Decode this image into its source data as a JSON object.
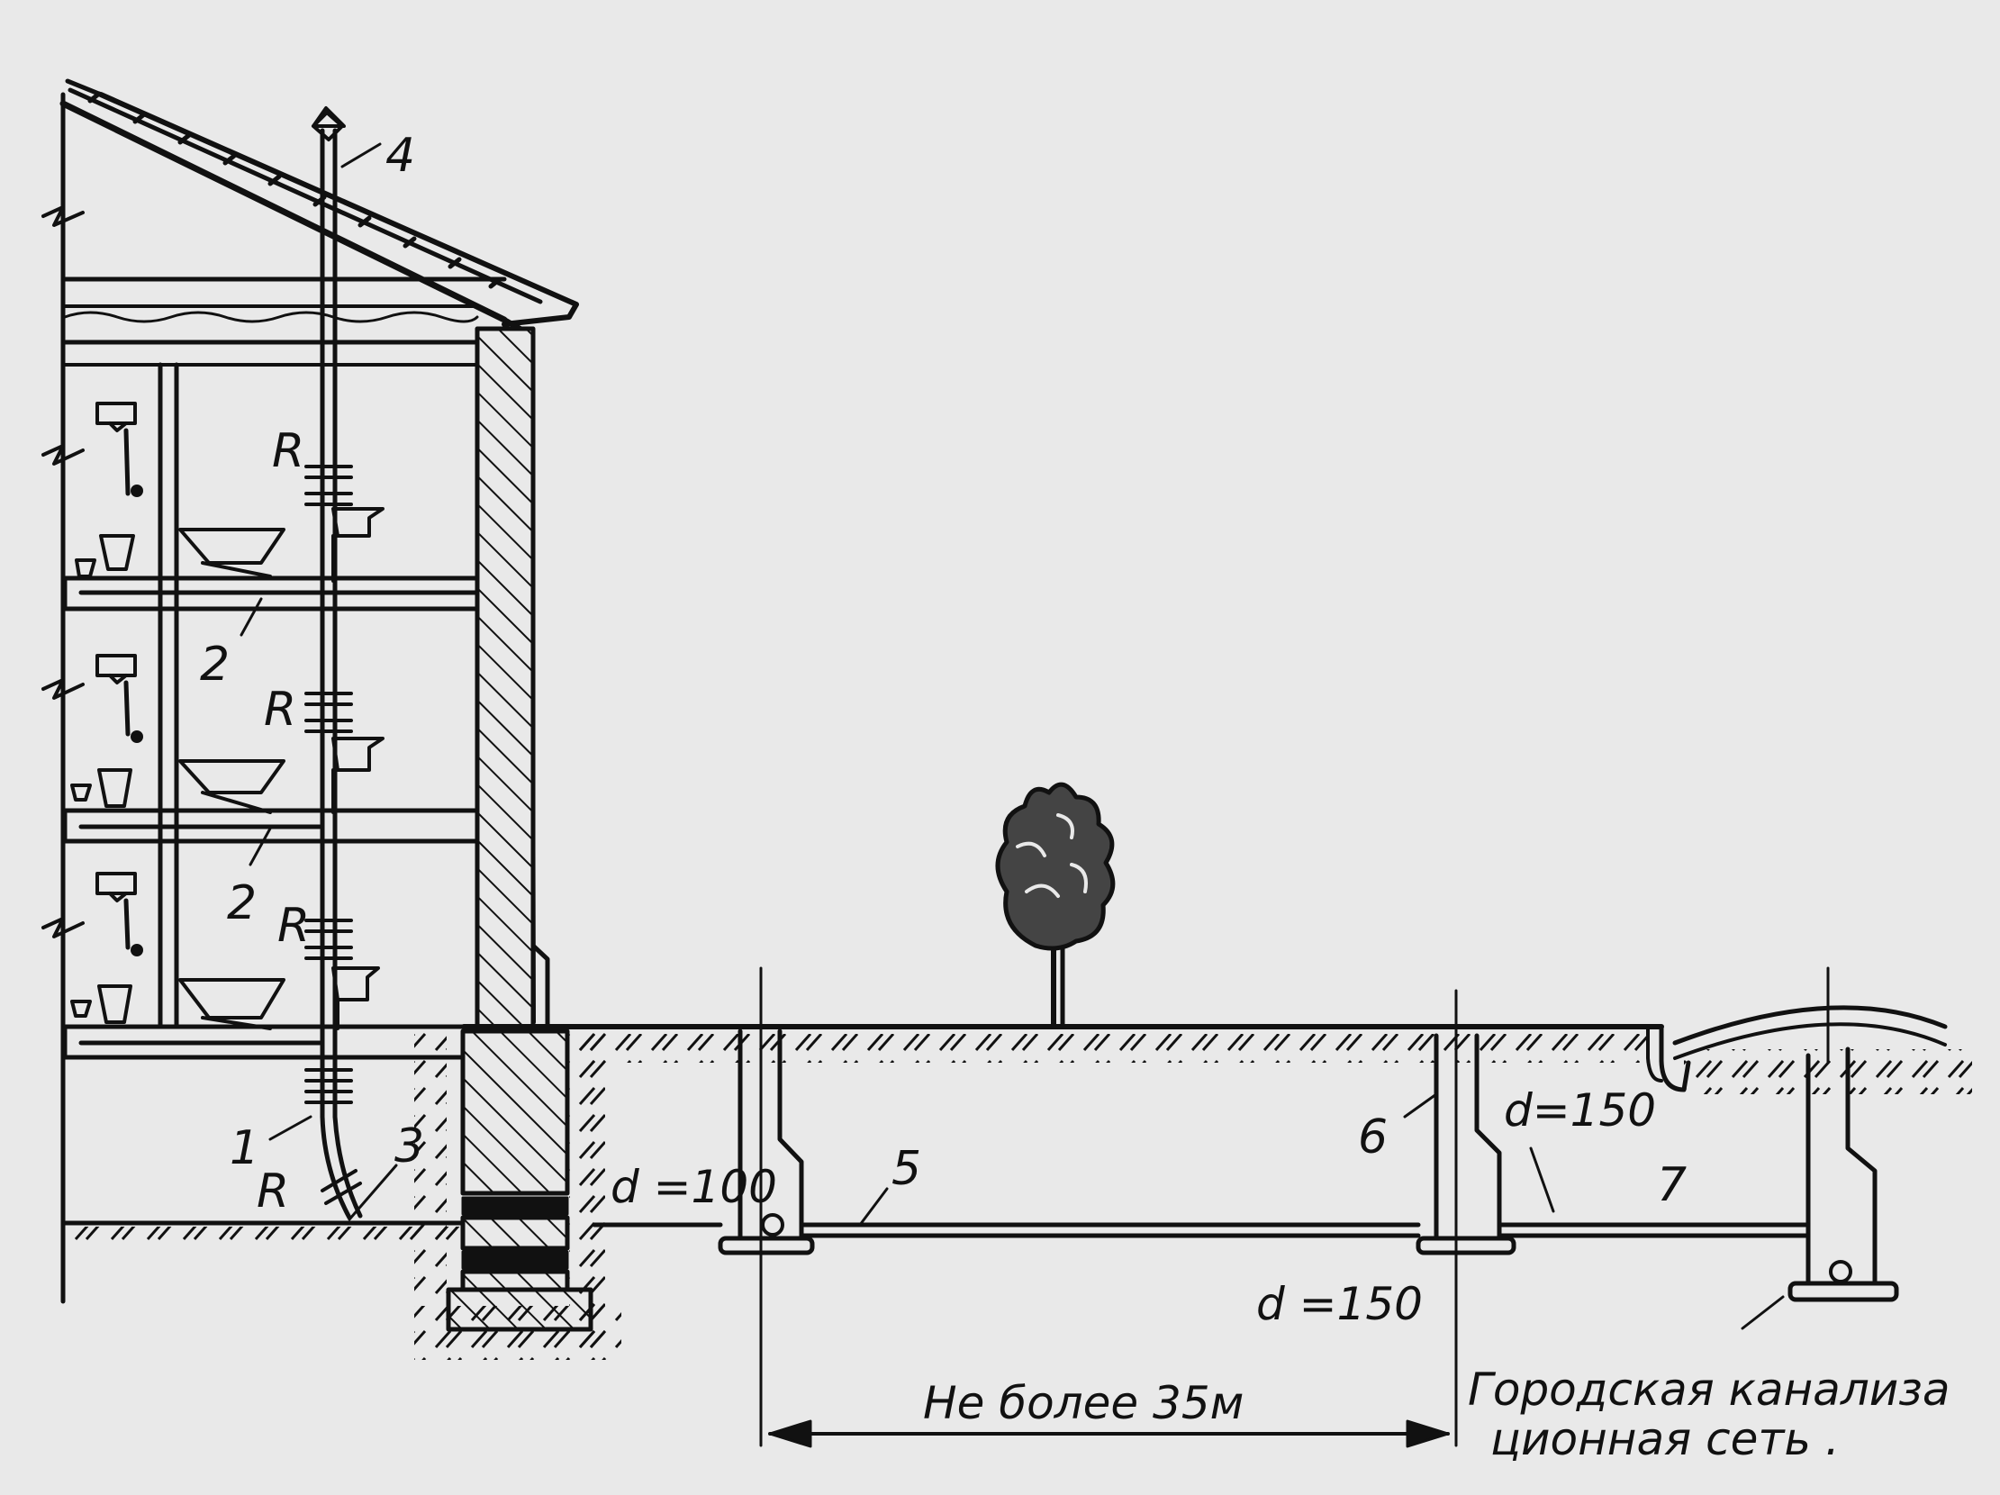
{
  "labels": {
    "riser": "1",
    "branch_upper": "2",
    "branch_middle": "2",
    "outlet": "3",
    "vent_stack": "4",
    "yard_pipe": "5",
    "inspection_well": "6",
    "city_connection": "7",
    "cleanout_1": "R",
    "cleanout_2": "R",
    "cleanout_3": "R",
    "cleanout_4": "R"
  },
  "dimensions": {
    "building_outlet_diameter": "d =100",
    "city_branch_diameter": "d=150",
    "yard_network_diameter": "d =150",
    "max_well_distance": "Не более 35м"
  },
  "caption": {
    "line1": "Городская канализа",
    "line2": "ционная сеть ."
  },
  "colors": {
    "background": "#e9e9e9",
    "ink": "#111111"
  }
}
